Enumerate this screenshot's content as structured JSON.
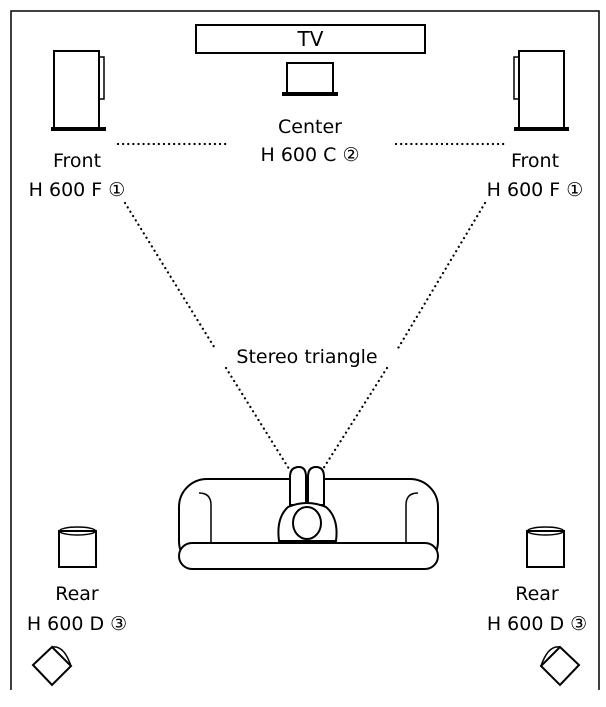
{
  "tv": {
    "label": "TV"
  },
  "center": {
    "title": "Center",
    "model": "H 600 C ②"
  },
  "front_left": {
    "title": "Front",
    "model": "H 600 F ①"
  },
  "front_right": {
    "title": "Front",
    "model": "H 600 F ①"
  },
  "stereo_triangle": {
    "label": "Stereo triangle"
  },
  "rear_left": {
    "title": "Rear",
    "model": "H 600 D ③"
  },
  "rear_right": {
    "title": "Rear",
    "model": "H 600 D ③"
  }
}
